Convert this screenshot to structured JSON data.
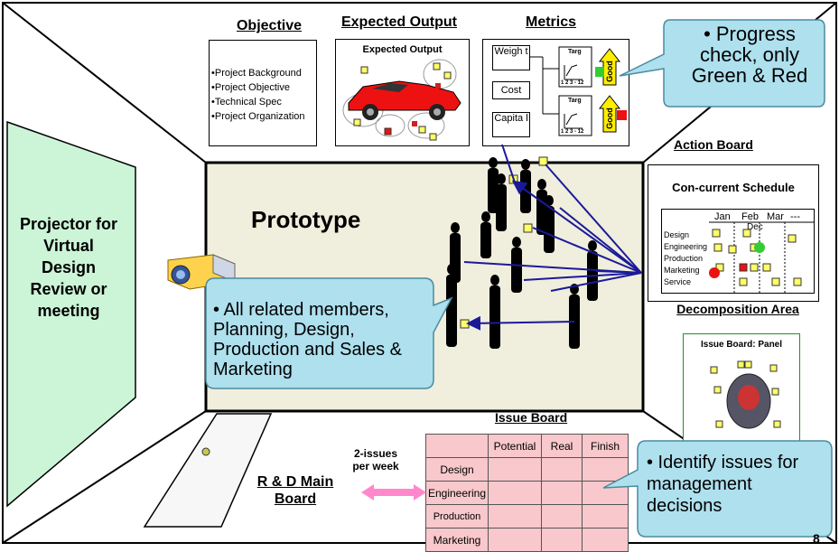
{
  "headers": {
    "objective": "Objective",
    "expected_output": "Expected Output",
    "metrics": "Metrics",
    "action_board": "Action Board",
    "decomposition_area": "Decomposition Area",
    "issue_board": "Issue Board",
    "rd_main_board": "R & D Main Board"
  },
  "objective_items": [
    "•Project Background",
    "•Project Objective",
    "•Technical Spec",
    "•Project Organization"
  ],
  "expected_output_panel_title": "Expected Output",
  "metrics": {
    "boxes": [
      "Weigh t",
      "Cost",
      "Capita l"
    ],
    "target_label": "Targ",
    "axis_label": "1 2 3 - 12",
    "good_label": "Good",
    "status_colors": [
      "#33cc33",
      "#ee1111"
    ]
  },
  "callouts": {
    "progress": "• Progress check, only Green & Red",
    "members": "• All related members, Planning, Design, Production and Sales & Marketing",
    "identify": "• Identify issues for management decisions"
  },
  "prototype_label": "Prototype",
  "projector_label": "Projector for Virtual Design Review or meeting",
  "schedule": {
    "title": "Con-current Schedule",
    "months": [
      "Jan",
      "Feb",
      "Mar",
      "---"
    ],
    "month_sub": "Dec",
    "rows": [
      "Design",
      "Engineering",
      "Production",
      "Marketing",
      "Service"
    ]
  },
  "decomposition_panel_title": "Issue Board: Panel",
  "issue_board": {
    "columns": [
      "",
      "Potential",
      "Real",
      "Finish"
    ],
    "rows": [
      "Design",
      "Engineering",
      "Production",
      "Marketing"
    ]
  },
  "issues_rate": "2-issues per week",
  "page_number": "8",
  "colors": {
    "wall_fill": "#f0eedc",
    "callout_fill": "#aee0ee",
    "projector_screen": "#ccf5d8",
    "issue_board_fill": "#f8c8cc",
    "arrow_blue": "#1a1a99",
    "arrow_pink": "#ff88cc"
  }
}
